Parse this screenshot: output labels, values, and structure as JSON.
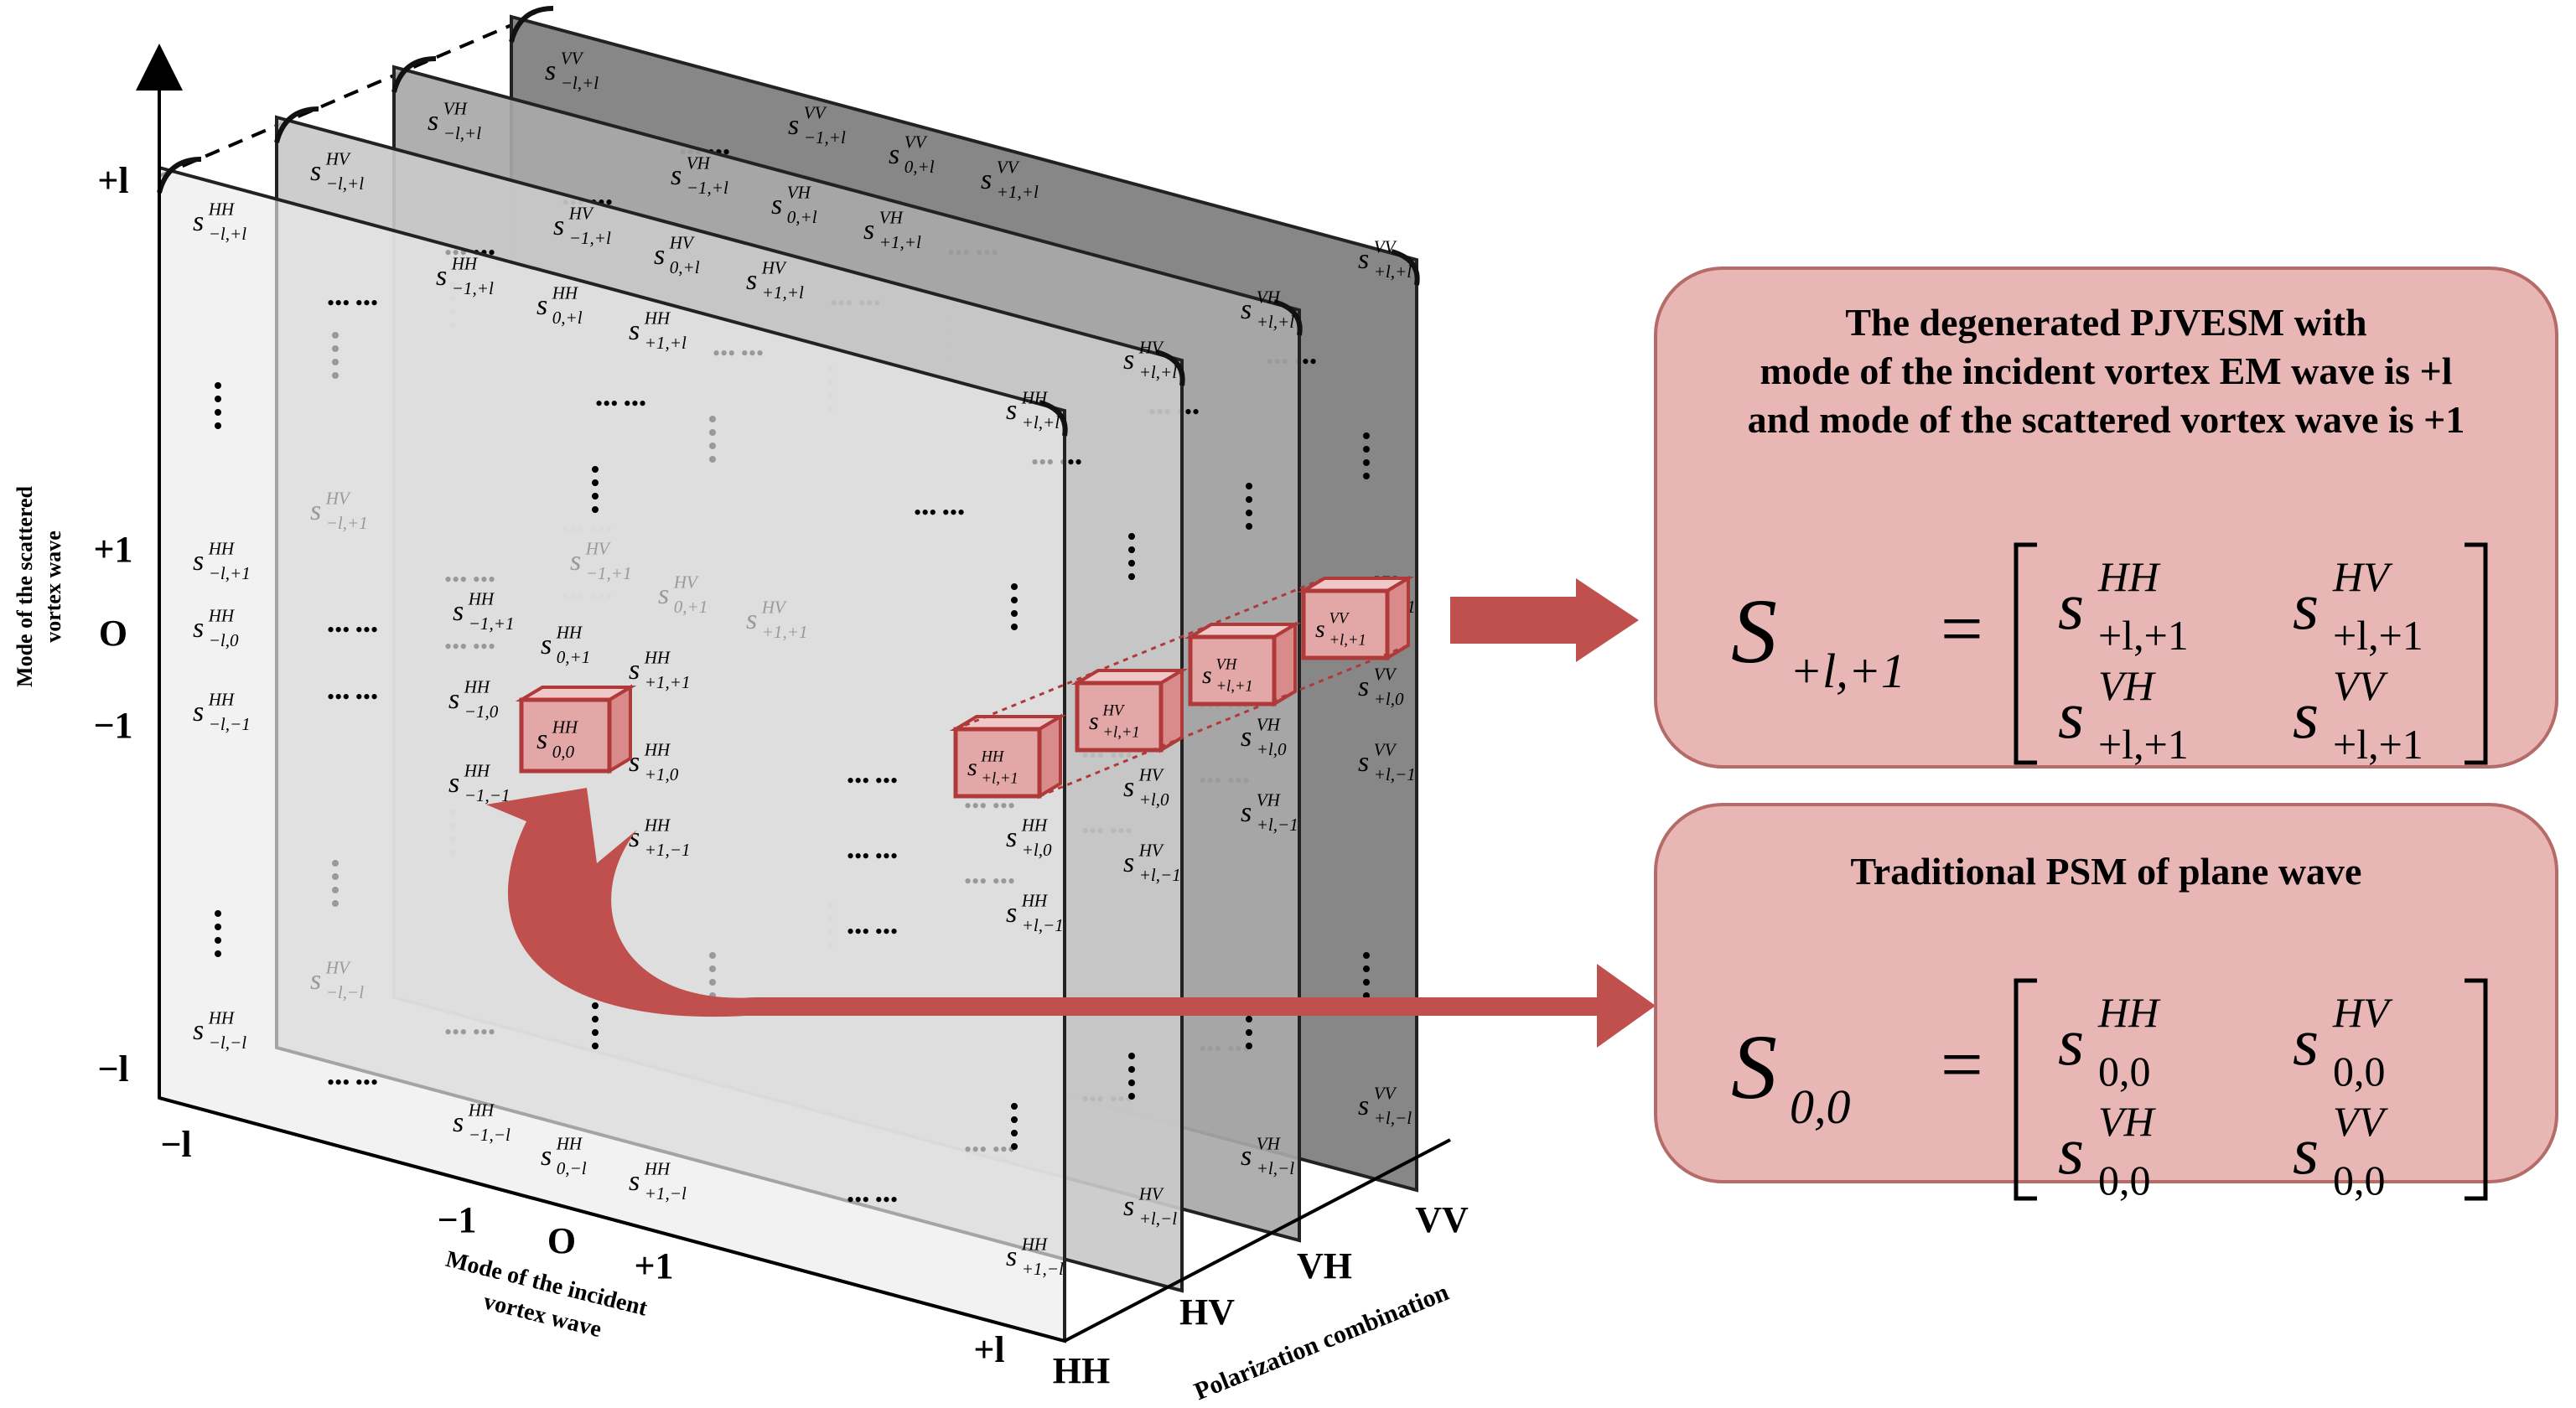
{
  "axes": {
    "vertical_ticks": [
      "+l",
      "+1",
      "O",
      "−1",
      "−l"
    ],
    "vertical_title": [
      "Mode of the scattered",
      "vortex wave"
    ],
    "horizontal_ticks": [
      "−l",
      "−1",
      "O",
      "+1",
      "+l"
    ],
    "horizontal_title": [
      "Mode of the incident",
      "vortex wave"
    ],
    "depth_ticks": [
      "HH",
      "HV",
      "VH",
      "VV"
    ],
    "depth_title": "Polarization combination"
  },
  "panels": [
    {
      "pol": "HH",
      "cells": [
        {
          "sub": "−l,+l",
          "pos": "tl"
        },
        {
          "sub": "−1,+l",
          "pos": "a"
        },
        {
          "sub": "0,+l",
          "pos": "b"
        },
        {
          "sub": "+1,+l",
          "pos": "c"
        },
        {
          "sub": "+l,+l",
          "pos": "tr"
        },
        {
          "sub": "−l,+1",
          "pos": "l1"
        },
        {
          "sub": "−l,0",
          "pos": "l0"
        },
        {
          "sub": "−l,−1",
          "pos": "lm1"
        },
        {
          "sub": "−1,+1",
          "pos": "m1"
        },
        {
          "sub": "0,+1",
          "pos": "m2"
        },
        {
          "sub": "+1,+1",
          "pos": "m3"
        },
        {
          "sub": "−1,0",
          "pos": "m4"
        },
        {
          "sub": "0,0",
          "pos": "m5"
        },
        {
          "sub": "+1,0",
          "pos": "m6"
        },
        {
          "sub": "−1,−1",
          "pos": "m7"
        },
        {
          "sub": "+1,−1",
          "pos": "m8"
        },
        {
          "sub": "+l,0",
          "pos": "r0"
        },
        {
          "sub": "+l,−1",
          "pos": "rm1"
        },
        {
          "sub": "−l,−l",
          "pos": "bl"
        },
        {
          "sub": "−1,−l",
          "pos": "b1"
        },
        {
          "sub": "0,−l",
          "pos": "b2"
        },
        {
          "sub": "+1,−l",
          "pos": "b3"
        },
        {
          "sub": "+1,−l",
          "pos": "br"
        },
        {
          "sub": "+l,+1",
          "pos": "hl"
        }
      ]
    },
    {
      "pol": "HV",
      "cells": [
        {
          "sub": "−l,+l",
          "pos": "tl"
        },
        {
          "sub": "−1,+l",
          "pos": "a"
        },
        {
          "sub": "0,+l",
          "pos": "b"
        },
        {
          "sub": "+1,+l",
          "pos": "c"
        },
        {
          "sub": "+l,+l",
          "pos": "tr"
        },
        {
          "sub": "−l,+1",
          "pos": "l1"
        },
        {
          "sub": "−1,+1",
          "pos": "m1"
        },
        {
          "sub": "0,+1",
          "pos": "m2"
        },
        {
          "sub": "+1,+1",
          "pos": "m3"
        },
        {
          "sub": "+l,0",
          "pos": "r0"
        },
        {
          "sub": "+l,−1",
          "pos": "rm1"
        },
        {
          "sub": "−l,−l",
          "pos": "bl"
        },
        {
          "sub": "+l,−l",
          "pos": "br"
        },
        {
          "sub": "+l,+1",
          "pos": "hl"
        }
      ]
    },
    {
      "pol": "VH",
      "cells": [
        {
          "sub": "−l,+l",
          "pos": "tl"
        },
        {
          "sub": "−1,+l",
          "pos": "a"
        },
        {
          "sub": "0,+l",
          "pos": "b"
        },
        {
          "sub": "+1,+l",
          "pos": "c"
        },
        {
          "sub": "+l,+l",
          "pos": "tr"
        },
        {
          "sub": "+l,0",
          "pos": "r0"
        },
        {
          "sub": "+l,−1",
          "pos": "rm1"
        },
        {
          "sub": "+l,−l",
          "pos": "br"
        },
        {
          "sub": "+l,+1",
          "pos": "hl"
        }
      ]
    },
    {
      "pol": "VV",
      "cells": [
        {
          "sub": "−l,+l",
          "pos": "tl"
        },
        {
          "sub": "−1,+l",
          "pos": "a"
        },
        {
          "sub": "0,+l",
          "pos": "b"
        },
        {
          "sub": "+1,+l",
          "pos": "c"
        },
        {
          "sub": "+l,+l",
          "pos": "tr"
        },
        {
          "sub": "+l,0",
          "pos": "r0"
        },
        {
          "sub": "+l,−1",
          "pos": "rm1"
        },
        {
          "sub": "+l,−l",
          "pos": "br"
        },
        {
          "sub": "+l,+1",
          "pos": "hl"
        }
      ]
    }
  ],
  "ellipsis_glyph": "••• •••",
  "box_top": {
    "title_lines": [
      "The degenerated PJVESM with",
      "mode of the incident vortex EM wave is +l",
      "and mode of the scattered vortex wave is +1"
    ],
    "lhs": {
      "letter": "S",
      "sub": "+l,+1"
    },
    "equals": "=",
    "matrix": [
      [
        {
          "sup": "HH",
          "sub": "+l,+1"
        },
        {
          "sup": "HV",
          "sub": "+l,+1"
        }
      ],
      [
        {
          "sup": "VH",
          "sub": "+l,+1"
        },
        {
          "sup": "VV",
          "sub": "+l,+1"
        }
      ]
    ],
    "element_letter": "s"
  },
  "box_bottom": {
    "title_lines": [
      "Traditional PSM of plane wave"
    ],
    "lhs": {
      "letter": "S",
      "sub": "0,0"
    },
    "equals": "=",
    "matrix": [
      [
        {
          "sup": "HH",
          "sub": "0,0"
        },
        {
          "sup": "HV",
          "sub": "0,0"
        }
      ],
      [
        {
          "sup": "VH",
          "sub": "0,0"
        },
        {
          "sup": "VV",
          "sub": "0,0"
        }
      ]
    ],
    "element_letter": "s"
  },
  "colors": {
    "panel_fills": [
      "#ebebeb",
      "#c9c9c9",
      "#a8a8a8",
      "#7d7d7d"
    ],
    "highlight_fill": "#e4a7a7",
    "highlight_stroke": "#b03a3a",
    "arrow": "#c0504d",
    "box_fill": "#e8b7b5",
    "box_stroke": "#b56b67"
  }
}
